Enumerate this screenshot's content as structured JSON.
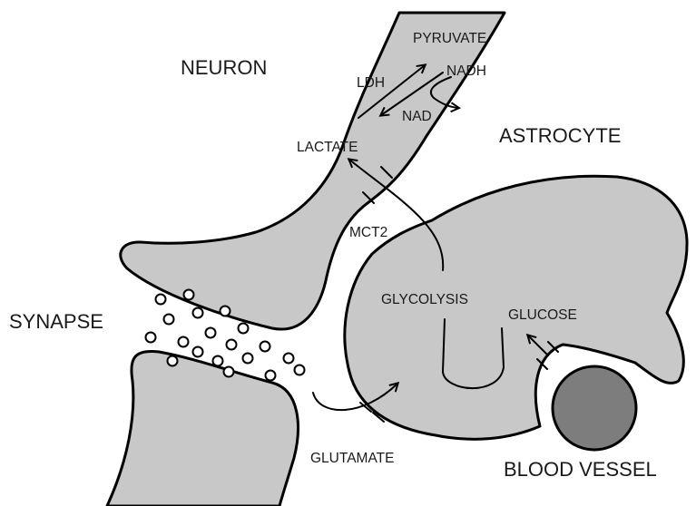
{
  "labels": {
    "neuron": "NEURON",
    "astrocyte": "ASTROCYTE",
    "synapse": "SYNAPSE",
    "blood_vessel": "BLOOD VESSEL",
    "pyruvate": "PYRUVATE",
    "ldh": "LDH",
    "nadh": "NADH",
    "nad": "NAD",
    "lactate": "LACTATE",
    "mct2": "MCT2",
    "glycolysis": "GLYCOLYSIS",
    "glucose": "GLUCOSE",
    "glutamate": "GLUTAMATE"
  },
  "colors": {
    "cell_fill": "#c8c8c8",
    "vessel_fill": "#7d7d7d",
    "outline": "#000000",
    "background": "#ffffff"
  }
}
